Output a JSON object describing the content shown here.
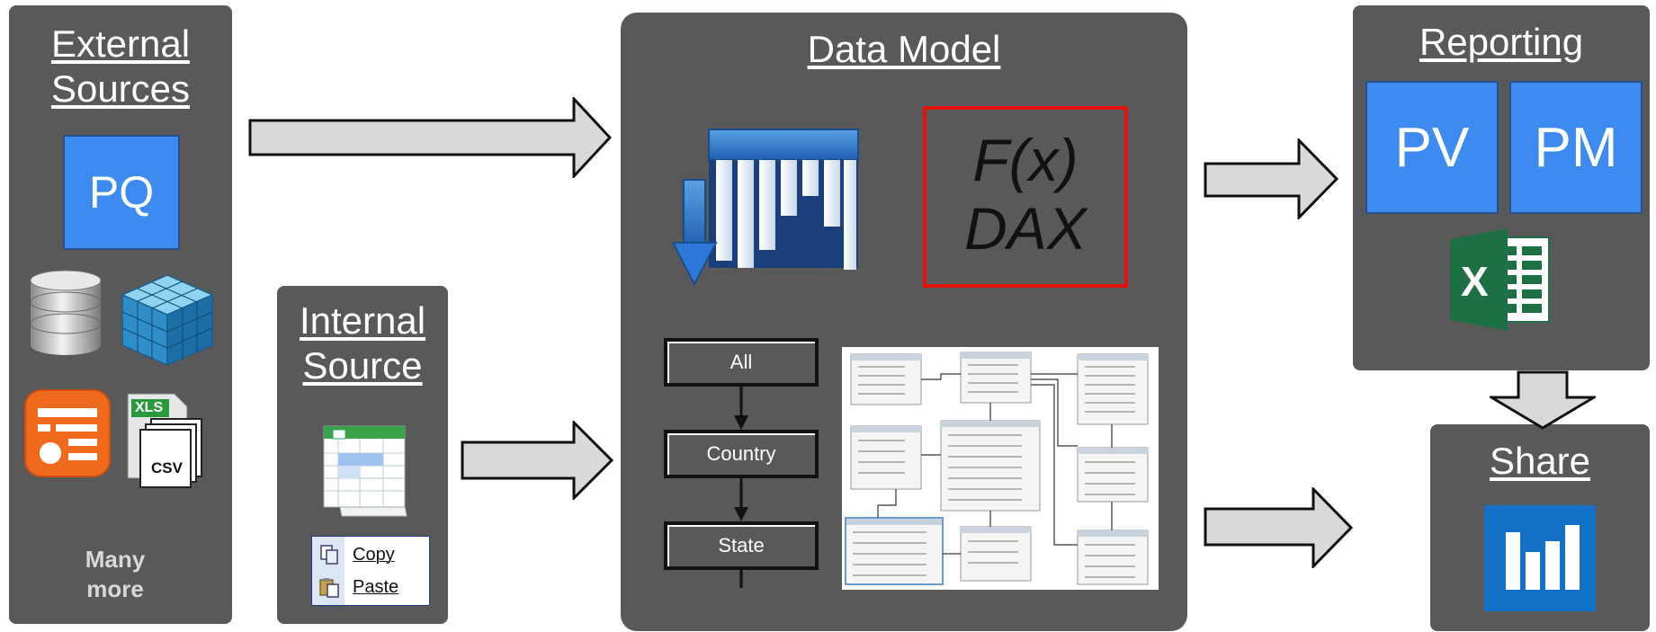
{
  "panels": {
    "external": {
      "title_line1": "External",
      "title_line2": "Sources",
      "pq_label": "PQ",
      "more_line1": "Many",
      "more_line2": "more",
      "csv_label": "CSV",
      "xls_label": "XLS"
    },
    "internal": {
      "title_line1": "Internal",
      "title_line2": "Source",
      "copy_label": "Copy",
      "paste_label": "Paste"
    },
    "data_model": {
      "title": "Data Model",
      "fx_label": "F(x)",
      "dax_label": "DAX",
      "hierarchy": [
        "All",
        "Country",
        "State"
      ]
    },
    "reporting": {
      "title": "Reporting",
      "pv_label": "PV",
      "pm_label": "PM",
      "excel_label": "X"
    },
    "share": {
      "title": "Share"
    }
  },
  "colors": {
    "panel": "#595959",
    "blue": "#3d8bf0",
    "dax_border": "#e3120b",
    "excel_green": "#1d7044",
    "pbi_blue": "#1570c8"
  }
}
